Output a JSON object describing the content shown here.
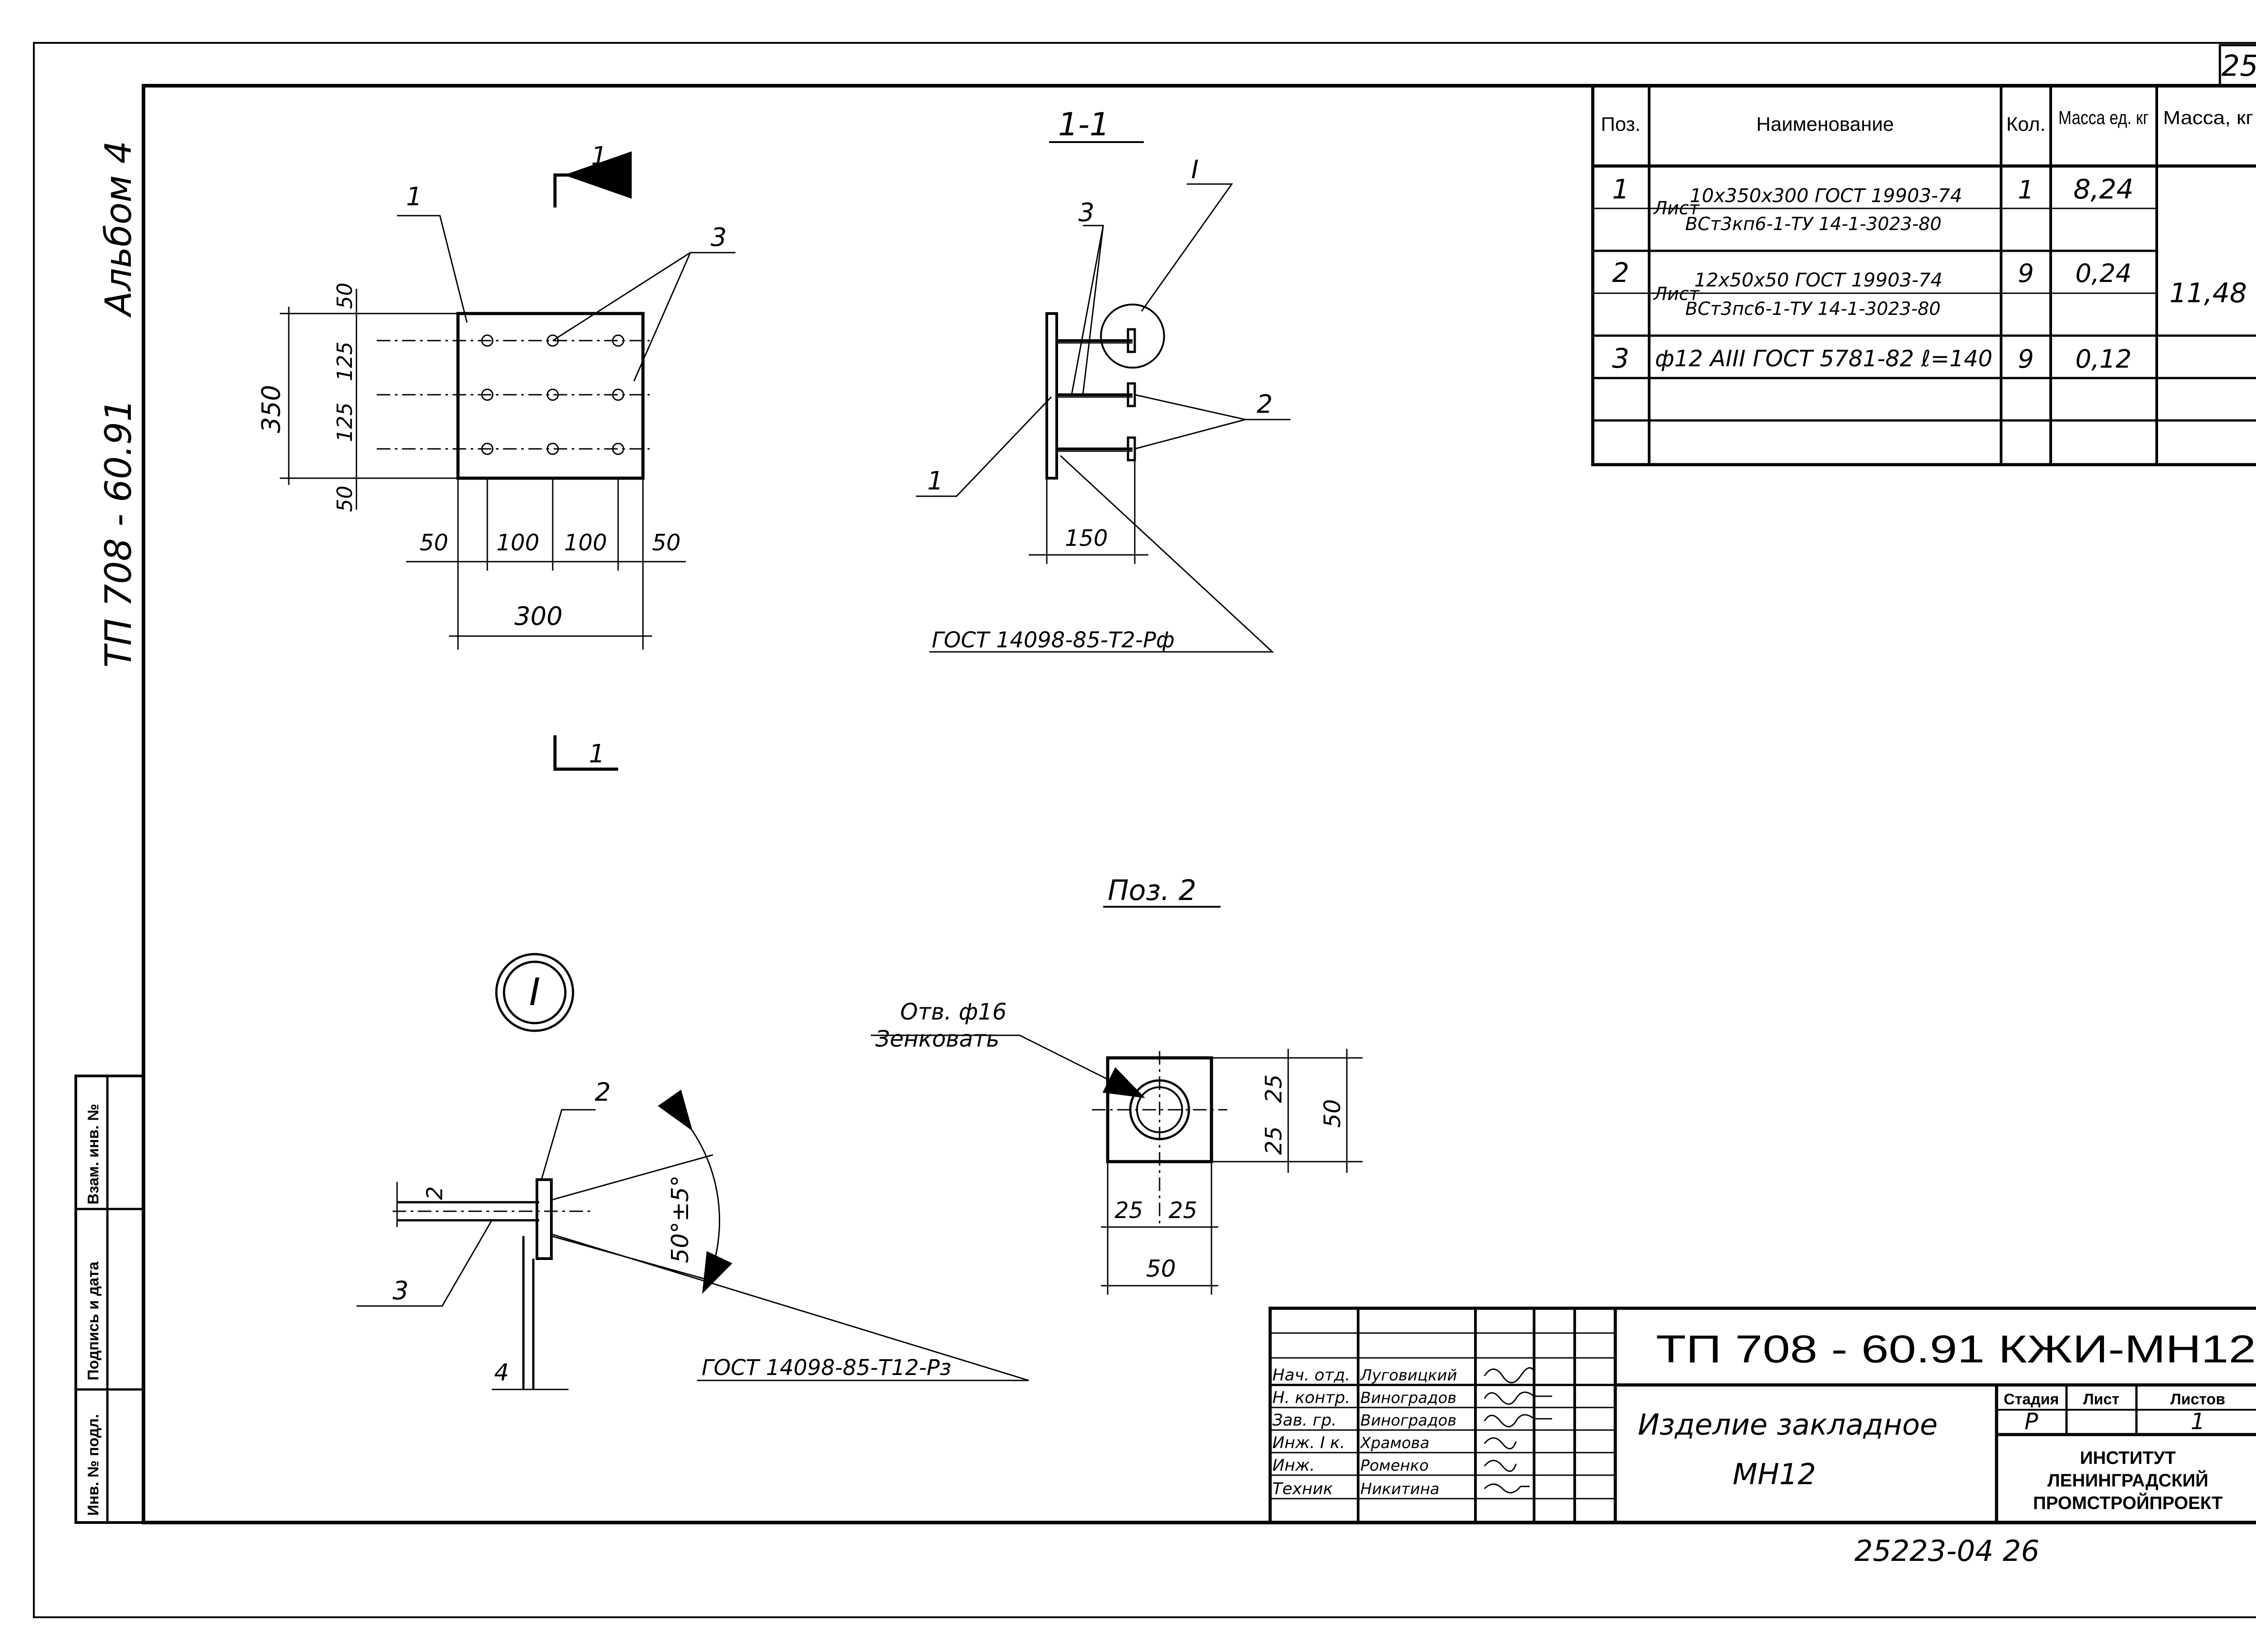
{
  "sheet": {
    "page_number": "25",
    "album_label": "Альбом 4",
    "project_side_label": "ТП 708 - 60.91",
    "archive_number": "25223-04  26"
  },
  "plan_view": {
    "section_marks": [
      "1",
      "1"
    ],
    "callouts": [
      "1",
      "3"
    ],
    "dims": {
      "height_total": "350",
      "vertical_parts": [
        "50",
        "125",
        "125",
        "50"
      ],
      "horizontal_parts": [
        "50",
        "100",
        "100",
        "50"
      ],
      "width_total": "300"
    }
  },
  "section_view": {
    "title": "1-1",
    "callouts": [
      "I",
      "3",
      "2",
      "1"
    ],
    "dim_150": "150",
    "weld_note": "ГОСТ 14098-85-Т2-Рф"
  },
  "detail_I": {
    "marker": "I",
    "callouts": [
      "2",
      "3"
    ],
    "dim_2": "2",
    "dim_4": "4",
    "angle": "50°±5°",
    "weld_note": "ГОСТ 14098-85-Т12-Рз"
  },
  "pos2_view": {
    "title": "Поз. 2",
    "hole_note_line1": "Отв. ф16",
    "hole_note_line2": "Зенковать",
    "dims": {
      "v25a": "25",
      "v25b": "25",
      "v50": "50",
      "h25a": "25",
      "h25b": "25",
      "h50": "50"
    }
  },
  "spec_table": {
    "headers": [
      "Поз.",
      "Наименование",
      "Кол.",
      "Масса ед. кг",
      "Масса, кг"
    ],
    "rows": [
      {
        "pos": "1",
        "prefix": "Лист",
        "top": "10х350х300 ГОСТ 19903-74",
        "bottom": "ВСт3кп6-1-ТУ 14-1-3023-80",
        "qty": "1",
        "unit_mass": "8,24"
      },
      {
        "pos": "2",
        "prefix": "Лист",
        "top": "12х50х50 ГОСТ 19903-74",
        "bottom": "ВСт3пс6-1-ТУ 14-1-3023-80",
        "qty": "9",
        "unit_mass": "0,24"
      },
      {
        "pos": "3",
        "prefix": "",
        "top": "ф12 АIII ГОСТ 5781-82  ℓ=140",
        "bottom": "",
        "qty": "9",
        "unit_mass": "0,12"
      }
    ],
    "total_mass": "11,48"
  },
  "title_block": {
    "doc_code": "ТП 708 - 60.91   КЖИ-МН12",
    "product_line1": "Изделие закладное",
    "product_line2": "МН12",
    "stage_header": "Стадия",
    "sheet_header": "Лист",
    "sheets_header": "Листов",
    "stage": "Р",
    "sheets": "1",
    "institute": [
      "ИНСТИТУТ",
      "ЛЕНИНГРАДСКИЙ",
      "ПРОМСТРОЙПРОЕКТ"
    ],
    "staff": [
      {
        "role": "Нач. отд.",
        "name": "Луговицкий"
      },
      {
        "role": "Н. контр.",
        "name": "Виноградов"
      },
      {
        "role": "Зав. гр.",
        "name": "Виноградов"
      },
      {
        "role": "Инж. I к.",
        "name": "Храмова"
      },
      {
        "role": "Инж.",
        "name": "Роменко"
      },
      {
        "role": "Техник",
        "name": "Никитина"
      }
    ]
  },
  "side_stamp": {
    "labels": [
      "Взам. инв. №",
      "Подпись и дата",
      "Инв. № подл."
    ]
  }
}
